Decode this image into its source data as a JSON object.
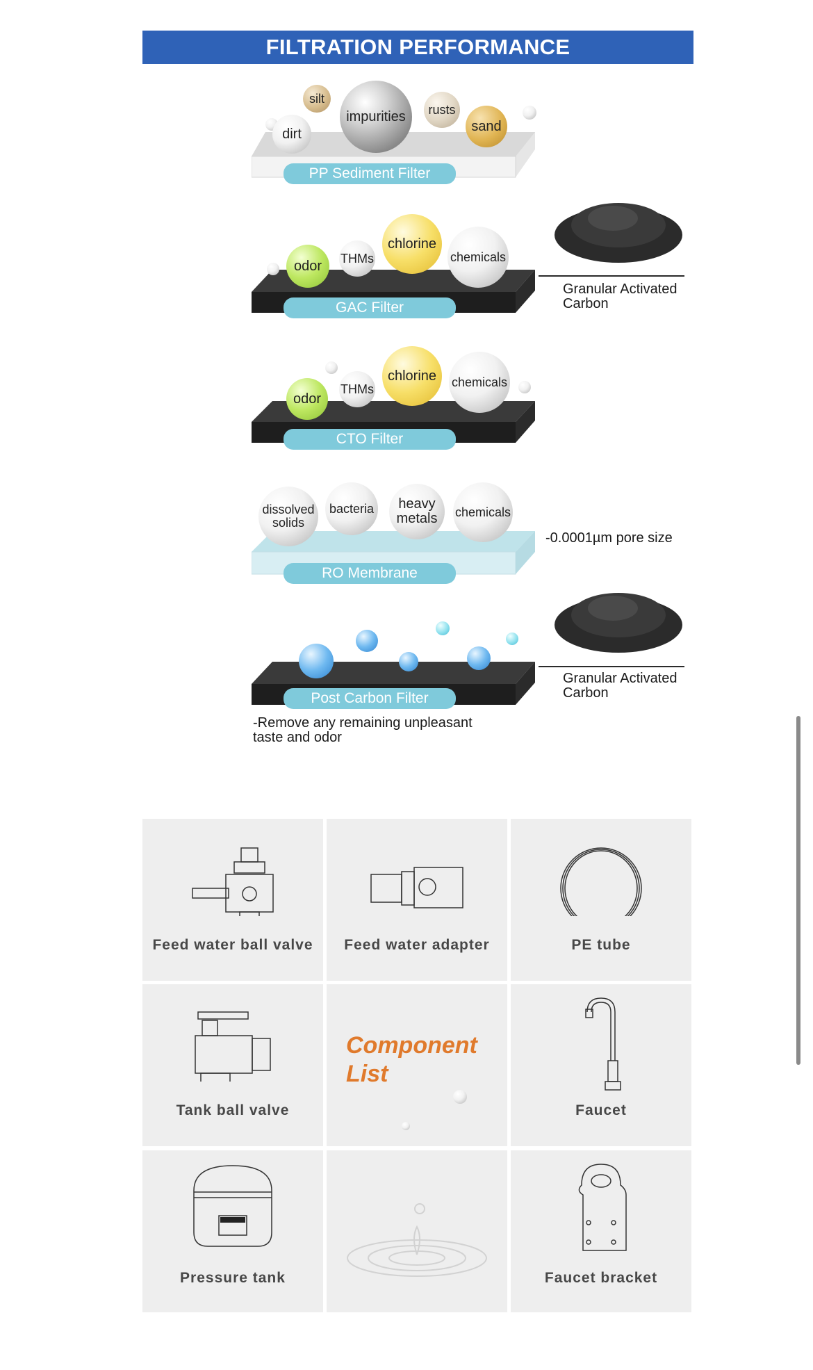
{
  "banner": {
    "title": "FILTRATION PERFORMANCE"
  },
  "stages": [
    {
      "name": "PP Sediment Filter",
      "particles": [
        "silt",
        "dirt",
        "impurities",
        "rusts",
        "sand"
      ]
    },
    {
      "name": "GAC Filter",
      "particles": [
        "odor",
        "THMs",
        "chlorine",
        "chemicals"
      ],
      "side_label": "Granular Activated Carbon"
    },
    {
      "name": "CTO Filter",
      "particles": [
        "odor",
        "THMs",
        "chlorine",
        "chemicals"
      ]
    },
    {
      "name": "RO Membrane",
      "particles": [
        "dissolved solids",
        "bacteria",
        "heavy metals",
        "chemicals"
      ],
      "side_label": "-0.0001µm pore size"
    },
    {
      "name": "Post Carbon Filter",
      "side_label": "Granular Activated Carbon",
      "note": "-Remove any remaining unpleasant taste and odor"
    }
  ],
  "components": {
    "title": "Component List",
    "items": [
      {
        "label": "Feed water ball valve",
        "icon": "ball-valve-icon"
      },
      {
        "label": "Feed water adapter",
        "icon": "adapter-icon"
      },
      {
        "label": "PE tube",
        "icon": "tube-coil-icon"
      },
      {
        "label": "Tank ball valve",
        "icon": "tank-valve-icon"
      },
      {
        "label": "Faucet",
        "icon": "faucet-icon"
      },
      {
        "label": "Pressure tank",
        "icon": "pressure-tank-icon"
      },
      {
        "label": "Faucet bracket",
        "icon": "faucet-bracket-icon"
      }
    ]
  },
  "colors": {
    "banner": "#2f62b7",
    "pill": "#7fcadb",
    "accent": "#e07a2c",
    "tile": "#eeeeee"
  }
}
